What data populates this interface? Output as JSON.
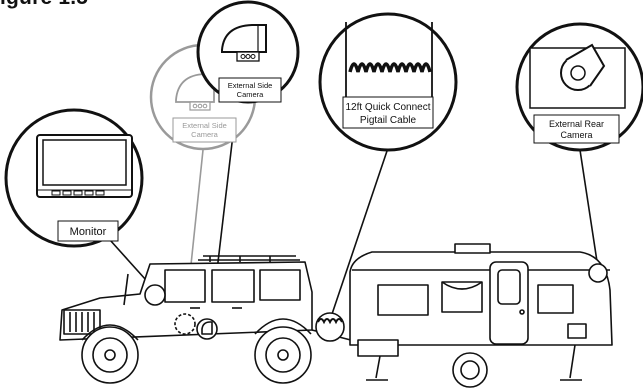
{
  "figure": {
    "title": "igure 1.5"
  },
  "callouts": {
    "monitor": "Monitor",
    "side_camera_front": [
      "External Side",
      "Camera"
    ],
    "side_camera_ghost": [
      "External Side",
      "Camera"
    ],
    "pigtail_cable": [
      "12ft Quick Connect",
      "Pigtail Cable"
    ],
    "rear_camera": [
      "External Rear",
      "Camera"
    ]
  },
  "colors": {
    "line": "#111111",
    "ghost": "#9a9a9a"
  }
}
